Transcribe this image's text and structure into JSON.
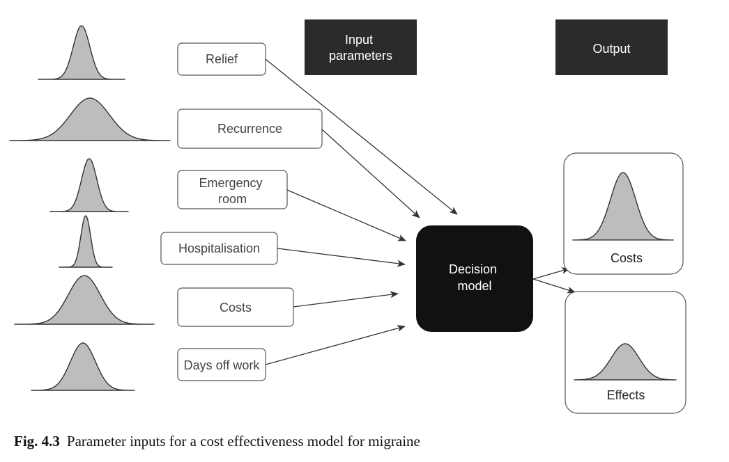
{
  "headers": {
    "input": [
      "Input",
      "parameters"
    ],
    "output": "Output"
  },
  "inputs": [
    {
      "label": [
        "Relief"
      ]
    },
    {
      "label": [
        "Recurrence"
      ]
    },
    {
      "label": [
        "Emergency",
        "room"
      ]
    },
    {
      "label": [
        "Hospitalisation"
      ]
    },
    {
      "label": [
        "Costs"
      ]
    },
    {
      "label": [
        "Days off work"
      ]
    }
  ],
  "decision": [
    "Decision",
    "model"
  ],
  "outputs": [
    {
      "label": "Costs"
    },
    {
      "label": "Effects"
    }
  ],
  "caption": {
    "number": "Fig. 4.3",
    "text": "Parameter inputs for a cost effectiveness model for migraine"
  },
  "colors": {
    "header_fill": "#2b2b2b",
    "decision_fill": "#111111",
    "curve_fill": "#bdbdbd",
    "stroke": "#333333"
  }
}
